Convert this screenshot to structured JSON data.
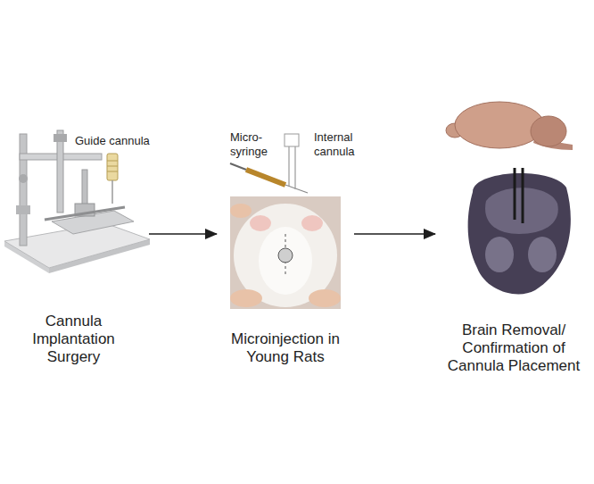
{
  "diagram": {
    "nodes": [
      {
        "text": [
          "Cannula Implantation Surgery"
        ]
      },
      {
        "text": [
          "Microinjection in Young Rats"
        ]
      },
      {
        "text": [
          "Brain Removal/ Confirmation of Cannula Placement"
        ]
      }
    ],
    "edges": [
      {
        "from": 0,
        "to": 1,
        "arrow": "to"
      },
      {
        "from": 1,
        "to": 2,
        "arrow": "to"
      }
    ],
    "labels": [
      "Guide cannula",
      "Micro- syringe",
      "Internal cannula"
    ]
  }
}
